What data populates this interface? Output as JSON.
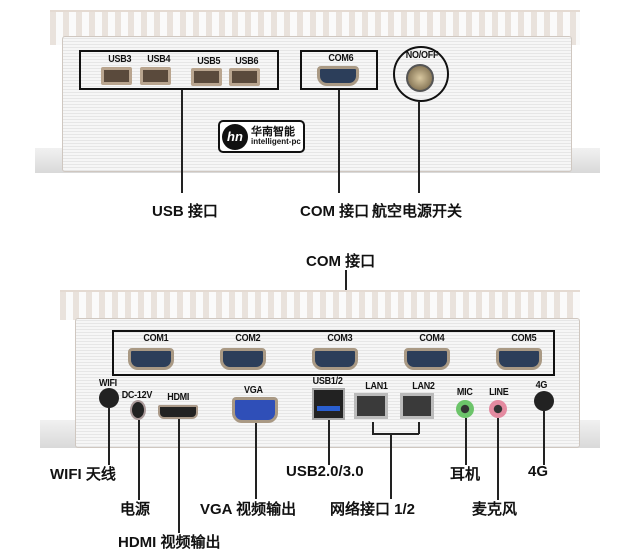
{
  "top_panel": {
    "usb_ports": [
      "USB3",
      "USB4",
      "USB5",
      "USB6"
    ],
    "com_port": "COM6",
    "power_label": "NO/OFF",
    "logo": {
      "cn": "华南智能",
      "en": "intelligent-pc",
      "mark": "hn"
    },
    "callouts": {
      "usb": "USB 接口",
      "com": "COM 接口",
      "power": "航空电源开关"
    }
  },
  "bottom_panel": {
    "com_callout": "COM 接口",
    "com_ports": [
      "COM1",
      "COM2",
      "COM3",
      "COM4",
      "COM5"
    ],
    "ports": {
      "wifi": "WIFI",
      "dc": "DC-12V",
      "hdmi": "HDMI",
      "vga": "VGA",
      "usb": "USB1/2",
      "lan1": "LAN1",
      "lan2": "LAN2",
      "mic": "MIC",
      "line": "LINE",
      "g4": "4G"
    },
    "callouts": {
      "wifi": "WIFI 天线",
      "power": "电源",
      "hdmi": "HDMI 视频输出",
      "vga": "VGA 视频输出",
      "usb": "USB2.0/3.0",
      "lan": "网络接口 1/2",
      "earphone": "耳机",
      "mic": "麦克风",
      "g4": "4G"
    }
  },
  "colors": {
    "mic": "#6cc46a",
    "line": "#e48aa0",
    "vga": "#2f4fb8",
    "usb3": "#2a5fd0"
  }
}
